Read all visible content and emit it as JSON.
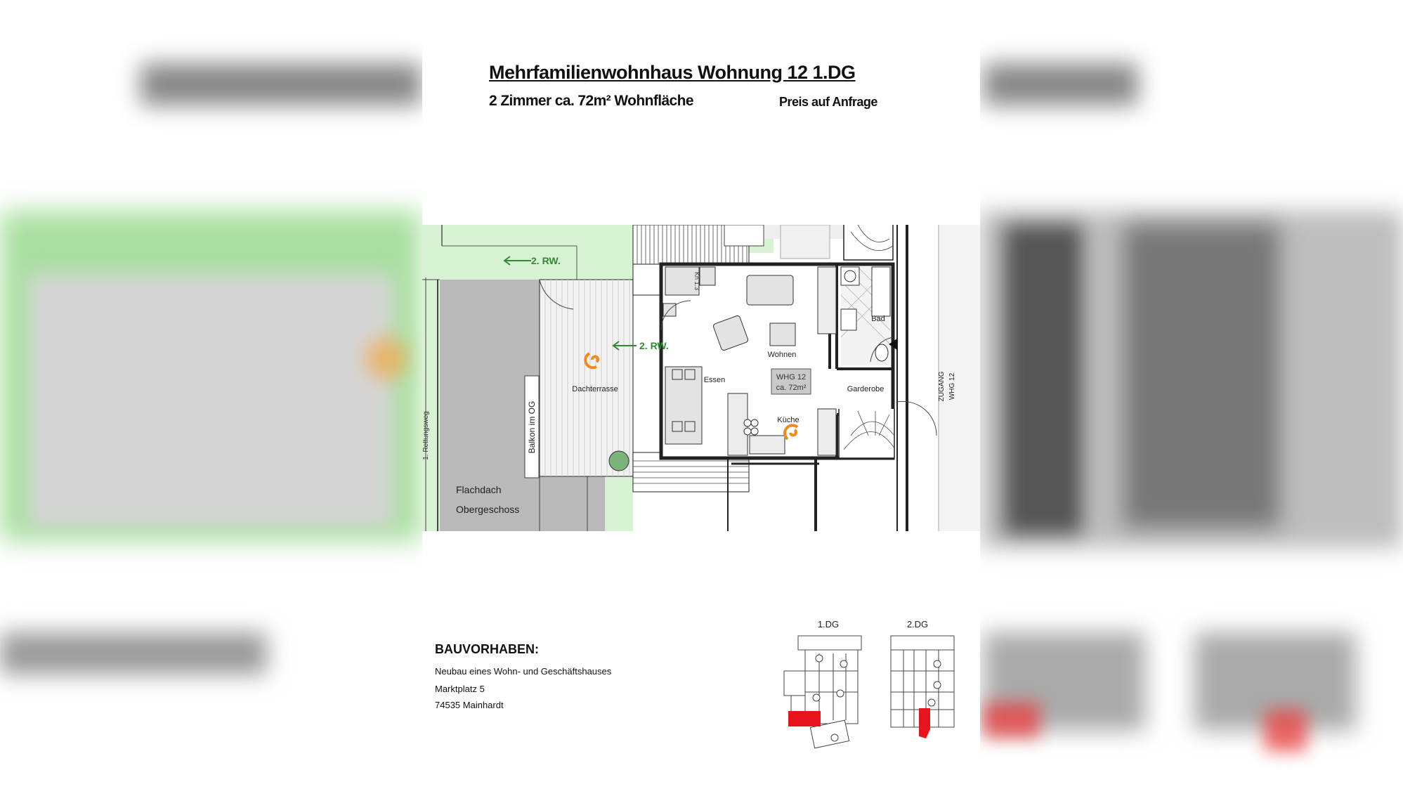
{
  "header": {
    "title": "Mehrfamilienwohnhaus   Wohnung 12 1.DG",
    "subtitle": "2 Zimmer ca. 72m² Wohnfläche",
    "price": "Preis auf Anfrage"
  },
  "plan": {
    "escape_route_1": "2. RW.",
    "escape_route_2": "2. RW.",
    "rooms": {
      "dachterrasse": "Dachterrasse",
      "essen": "Essen",
      "wohnen": "Wohnen",
      "kueche": "Küche",
      "bad": "Bad",
      "garderobe": "Garderobe",
      "balkon": "Balkon im OG",
      "flachdach_1": "Flachdach",
      "flachdach_2": "Obergeschoss"
    },
    "unit_label_1": "WHG 12",
    "unit_label_2": "ca. 72m²",
    "entrance": "ZUGANG",
    "entrance_unit": "WHG 12",
    "side_label": "1. Rettungsweg",
    "kn_label": "Kn 1.3"
  },
  "project": {
    "heading": "BAUVORHABEN:",
    "line1": "Neubau eines Wohn- und Geschäftshauses",
    "line2": "Marktplatz 5",
    "line3": "74535 Mainhardt"
  },
  "minimaps": {
    "left_label": "1.DG",
    "right_label": "2.DG",
    "highlight_color": "#e8141b"
  },
  "colors": {
    "terrace_green": "#d8f2d4",
    "wall": "#222222",
    "roof_grey": "#b9b9b9",
    "arrow_green": "#2e8b2e",
    "orange_symbol": "#f08a1c",
    "unit_box": "#c9c9c9"
  }
}
